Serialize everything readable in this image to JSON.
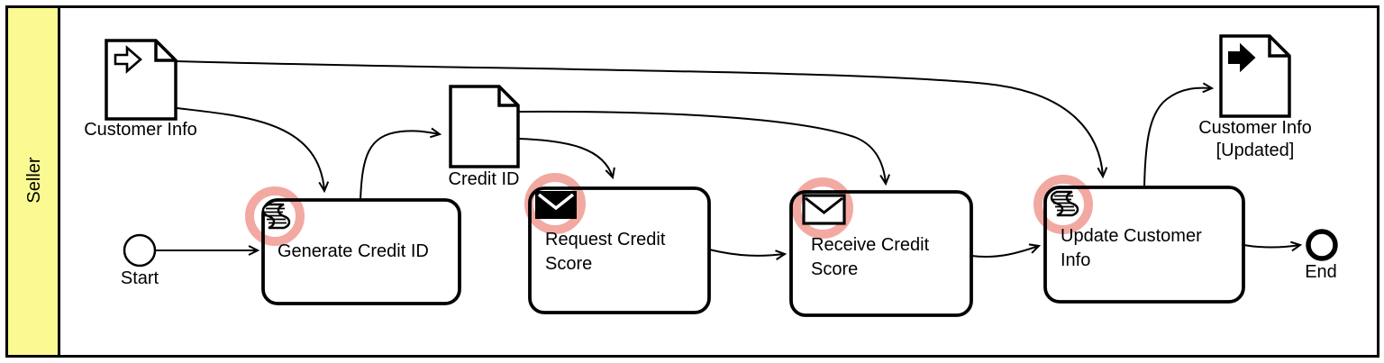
{
  "pool": {
    "lane_label": "Seller"
  },
  "events": {
    "start_label": "Start",
    "end_label": "End"
  },
  "tasks": [
    {
      "label_line1": "Generate Credit ID",
      "icon": "script-icon",
      "highlighted": true
    },
    {
      "label_line1": "Request Credit",
      "label_line2": "Score",
      "icon": "send-message-icon",
      "highlighted": true
    },
    {
      "label_line1": "Receive Credit",
      "label_line2": "Score",
      "icon": "receive-message-icon",
      "highlighted": true
    },
    {
      "label_line1": "Update Customer",
      "label_line2": "Info",
      "icon": "script-icon",
      "highlighted": true
    }
  ],
  "data_objects": [
    {
      "label_line1": "Customer Info",
      "kind": "data-input"
    },
    {
      "label_line1": "Credit ID",
      "kind": "data-object"
    },
    {
      "label_line1": "Customer Info",
      "label_line2": "[Updated]",
      "kind": "data-output"
    }
  ],
  "colors": {
    "lane_fill": "#FAF992",
    "highlight_ring": "#F2A9A2",
    "stroke": "#000000",
    "background": "#FFFFFF"
  }
}
